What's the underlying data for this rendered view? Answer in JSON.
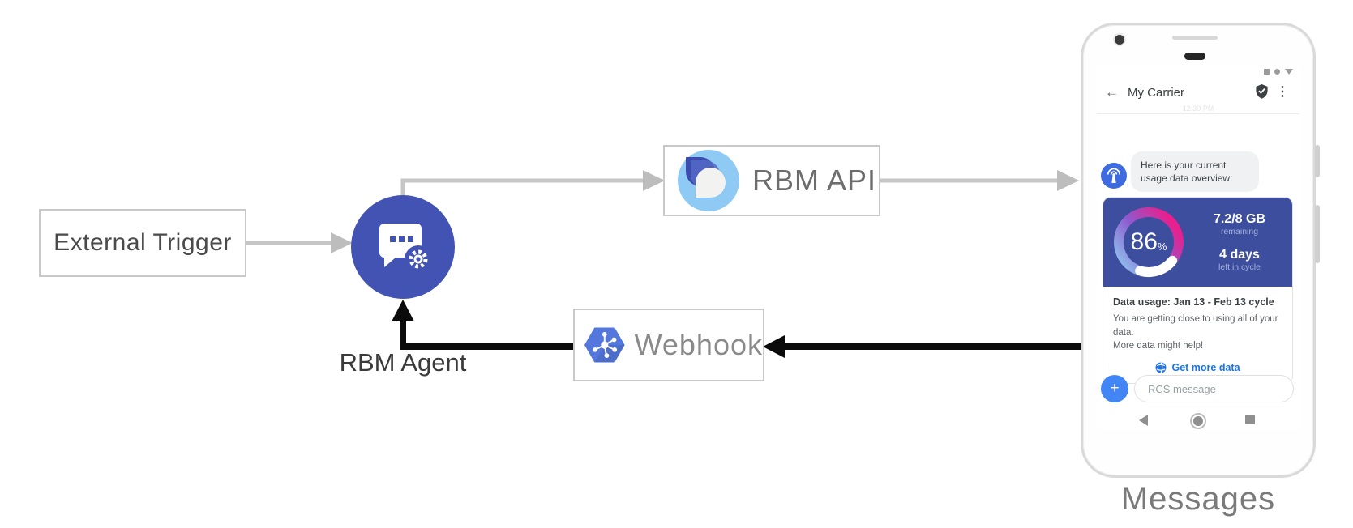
{
  "diagram": {
    "external_trigger": {
      "label": "External Trigger"
    },
    "rbm_agent": {
      "label": "RBM Agent"
    },
    "rbm_api": {
      "label": "RBM API"
    },
    "webhook": {
      "label": "Webhook"
    }
  },
  "phone": {
    "caption": "Messages",
    "status_icons": {
      "square": "",
      "circle": "",
      "triangle": ""
    },
    "header": {
      "back": "←",
      "title": "My Carrier",
      "menu": "⋮",
      "timestamp": "12:30 PM"
    },
    "chat": {
      "bubble_text": "Here is your current usage data overview:"
    },
    "usage_card": {
      "percent": "86",
      "percent_unit": "%",
      "remaining_value": "7.2/8 GB",
      "remaining_label": "remaining",
      "days_value": "4 days",
      "days_label": "left in cycle",
      "heading": "Data usage: Jan 13 - Feb 13 cycle",
      "body_line1": "You are getting close to using all of your data.",
      "body_line2": "More data might help!",
      "action_label": "Get more data"
    },
    "compose": {
      "plus": "+",
      "placeholder": "RCS message"
    }
  },
  "colors": {
    "agent_blue": "#4353b4",
    "card_navy": "#3d4e9e",
    "gauge_gradient_start": "#8fc0ed",
    "gauge_gradient_mid": "#9b4fc4",
    "gauge_gradient_end": "#ea1e8c",
    "link_blue": "#1a73e8",
    "plus_blue": "#4285f4",
    "avatar_blue": "#3f6be0",
    "hexagon_blue": "#5477dd",
    "api_logo_blue": "#8ecaf3",
    "arrow_gray": "#c6c6c6",
    "arrow_black": "#0b0b0b"
  }
}
